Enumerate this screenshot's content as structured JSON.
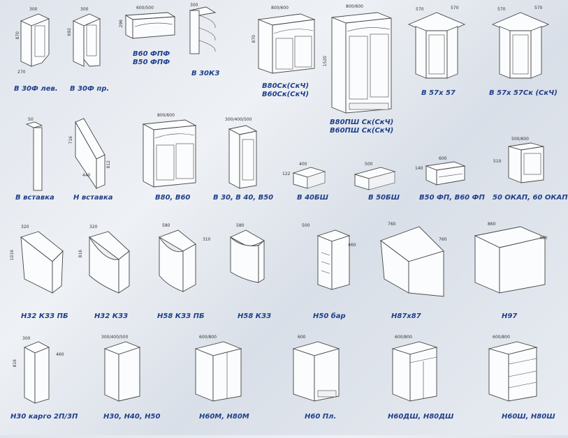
{
  "captions": {
    "c1": "В 30Ф лев.",
    "c2": "В 30Ф пр.",
    "c3a": "В60 ФПФ",
    "c3b": "В50 ФПФ",
    "c4": "В 30КЗ",
    "c5a": "В80Ск(СкЧ)",
    "c5b": "В60Ск(СкЧ)",
    "c6a": "В80ПШ Ск(СкЧ)",
    "c6b": "В60ПШ Ск(СкЧ)",
    "c7": "В 57х 57",
    "c8": "В 57х 57Ск (СкЧ)",
    "c9": "В вставка",
    "c10": "Н вставка",
    "c11": "В80, В60",
    "c12": "В 30, В 40, В50",
    "c13": "В 40БШ",
    "c14": "В 50БШ",
    "c15": "В50 ФП, В60 ФП",
    "c16": "50 ОКАП, 60 ОКАП",
    "c17": "Н32 КЗЗ ПБ",
    "c18": "Н32 КЗЗ",
    "c19": "Н58 КЗЗ ПБ",
    "c20": "Н58 КЗЗ",
    "c21": "Н50 бар",
    "c22": "Н87х87",
    "c23": "Н97",
    "c24": "Н30 карго 2П/3П",
    "c25": "Н30, Н40, Н50",
    "c26": "Н60М, Н80М",
    "c27": "Н60 Пл.",
    "c28": "Н60ДШ, Н80ДШ",
    "c29": "Н60Ш, Н80Ш"
  },
  "dims": {
    "d300": "300",
    "d870": "870",
    "d692": "692",
    "d270": "270",
    "d600500": "600/500",
    "d296": "296",
    "d800600": "800/600",
    "d1520": "1520",
    "d570": "570",
    "d50": "50",
    "d716": "716",
    "d812": "812",
    "d440": "440",
    "d300400500": "300/400/500",
    "d400": "400",
    "d500": "500",
    "d122": "122",
    "d600": "600",
    "d140": "140",
    "d500600": "500/600",
    "d510": "510",
    "d320": "320",
    "d580": "580",
    "d1016": "1016",
    "d816": "816",
    "d310": "310",
    "d460": "460",
    "d760": "760",
    "d860": "860",
    "d600800": "600/800"
  }
}
